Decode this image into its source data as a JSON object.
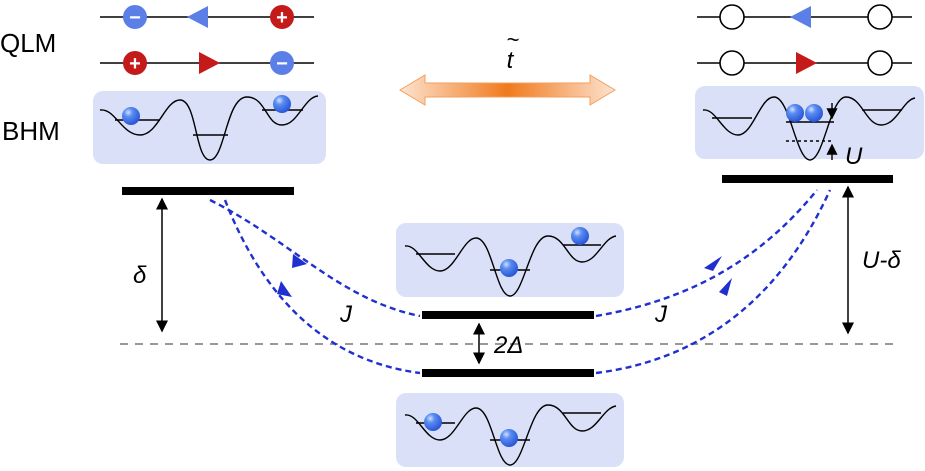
{
  "labels": {
    "qlm": "QLM",
    "bhm": "BHM",
    "t_tilde": "t",
    "delta": "δ",
    "j_left": "J",
    "j_right": "J",
    "two_delta": "2Δ",
    "u": "U",
    "u_minus_delta": "U-δ"
  },
  "charges": {
    "plus": "+",
    "minus": "−"
  },
  "colors": {
    "blue_charge": "#5b7fe6",
    "red_charge": "#c41a1a",
    "panel_fill": "#d9e0f8",
    "dashed_path": "#1f2fd0",
    "arrow_orange": "#f07a1e",
    "level_line": "#000000",
    "reference_dash": "#999999"
  }
}
